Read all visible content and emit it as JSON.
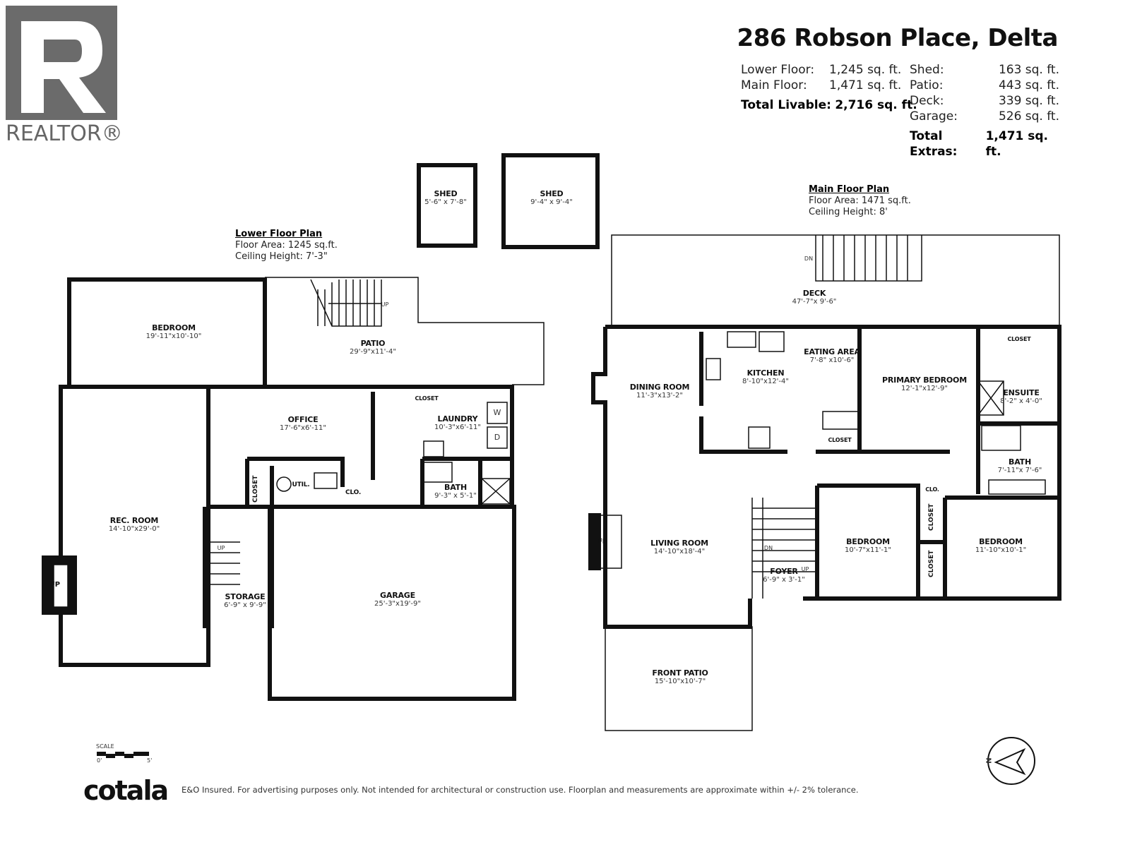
{
  "header": {
    "title": "286 Robson Place, Delta",
    "livable": [
      {
        "label": "Lower Floor:",
        "value": "1,245 sq. ft."
      },
      {
        "label": "Main Floor:",
        "value": "1,471 sq. ft."
      }
    ],
    "total_livable": {
      "label": "Total Livable:",
      "value": "2,716 sq. ft."
    },
    "extras": [
      {
        "label": "Shed:",
        "value": "163 sq. ft."
      },
      {
        "label": "Patio:",
        "value": "443 sq. ft."
      },
      {
        "label": "Deck:",
        "value": "339 sq. ft."
      },
      {
        "label": "Garage:",
        "value": "526 sq. ft."
      }
    ],
    "total_extras": {
      "label": "Total Extras:",
      "value": "1,471 sq. ft."
    }
  },
  "logo": {
    "text": "REALTOR®"
  },
  "lower_plan": {
    "title": "Lower Floor Plan",
    "area": "Floor Area: 1245 sq.ft.",
    "ceiling": "Ceiling Height: 7'-3\"",
    "rooms": [
      {
        "name": "BEDROOM",
        "dim": "19'-11\"x10'-10\""
      },
      {
        "name": "PATIO",
        "dim": "29'-9\"x11'-4\""
      },
      {
        "name": "OFFICE",
        "dim": "17'-6\"x6'-11\""
      },
      {
        "name": "LAUNDRY",
        "dim": "10'-3\"x6'-11\""
      },
      {
        "name": "BATH",
        "dim": "9'-3\" x 5'-1\""
      },
      {
        "name": "REC. ROOM",
        "dim": "14'-10\"x29'-0\""
      },
      {
        "name": "STORAGE",
        "dim": "6'-9\" x 9'-9\""
      },
      {
        "name": "GARAGE",
        "dim": "25'-3\"x19'-9\""
      }
    ],
    "small": {
      "closet": "CLOSET",
      "closet2": "CLOSET",
      "util": "UTIL.",
      "clo": "CLO.",
      "fp": "FP",
      "up": "UP",
      "up2": "UP",
      "w": "W",
      "d": "D"
    }
  },
  "sheds": [
    {
      "name": "SHED",
      "dim": "5'-6\" x 7'-8\""
    },
    {
      "name": "SHED",
      "dim": "9'-4\" x 9'-4\""
    }
  ],
  "main_plan": {
    "title": "Main Floor Plan",
    "area": "Floor Area: 1471 sq.ft.",
    "ceiling": "Ceiling Height: 8'",
    "rooms": [
      {
        "name": "DECK",
        "dim": "47'-7\"x 9'-6\""
      },
      {
        "name": "DINING ROOM",
        "dim": "11'-3\"x13'-2\""
      },
      {
        "name": "KITCHEN",
        "dim": "8'-10\"x12'-4\""
      },
      {
        "name": "EATING AREA",
        "dim": "7'-8\" x10'-6\""
      },
      {
        "name": "PRIMARY BEDROOM",
        "dim": "12'-1\"x12'-9\""
      },
      {
        "name": "ENSUITE",
        "dim": "8'-2\" x 4'-0\""
      },
      {
        "name": "BATH",
        "dim": "7'-11\"x 7'-6\""
      },
      {
        "name": "LIVING ROOM",
        "dim": "14'-10\"x18'-4\""
      },
      {
        "name": "FOYER",
        "dim": "6'-9\" x 3'-1\""
      },
      {
        "name": "BEDROOM",
        "dim": "10'-7\"x11'-1\""
      },
      {
        "name": "BEDROOM",
        "dim": "11'-10\"x10'-1\""
      },
      {
        "name": "FRONT PATIO",
        "dim": "15'-10\"x10'-7\""
      }
    ],
    "small": {
      "closet": "CLOSET",
      "closet_k": "CLOSET",
      "closet_v1": "CLOSET",
      "closet_v2": "CLOSET",
      "clo": "CLO.",
      "fp": "FP",
      "dn": "DN",
      "dn2": "DN",
      "up": "UP"
    }
  },
  "scale": {
    "label": "SCALE",
    "min": "0'",
    "max": "5'"
  },
  "footer": {
    "brand": "cotala",
    "disclaimer": "E&O Insured. For advertising purposes only. Not intended for architectural or construction use. Floorplan and measurements are approximate within +/- 2% tolerance."
  },
  "compass": {
    "label": "N"
  }
}
